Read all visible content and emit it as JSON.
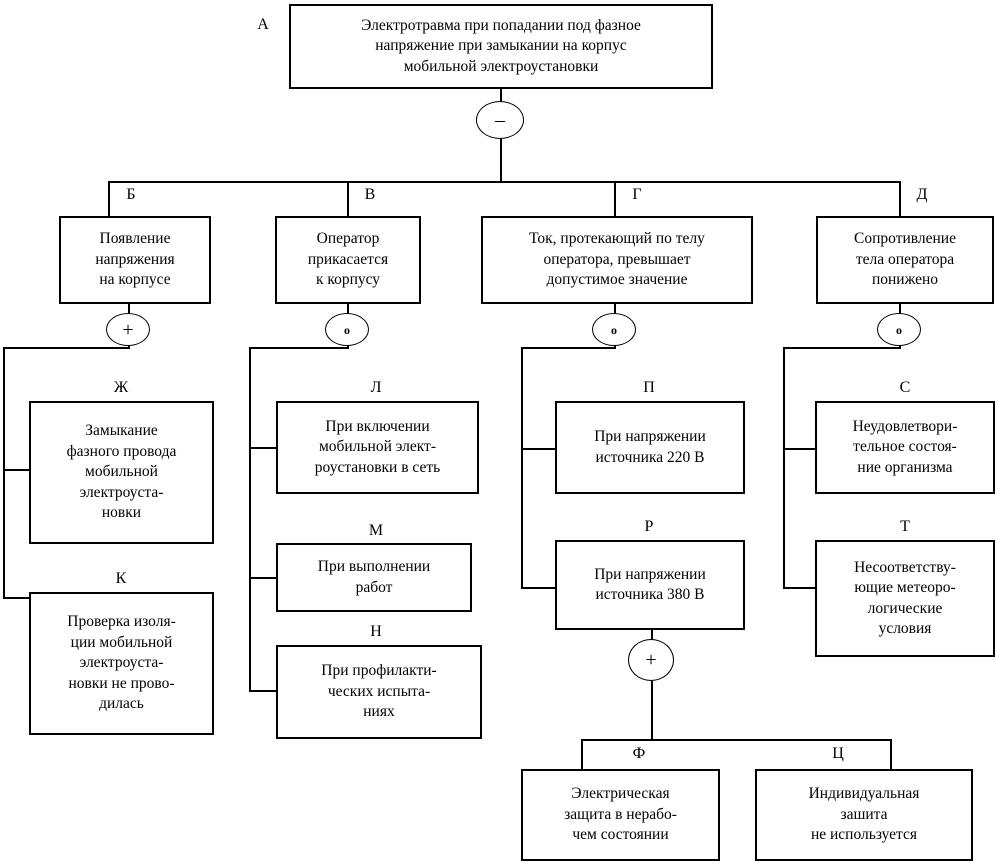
{
  "diagram": {
    "title": "Fault tree: electrical injury from phase voltage on mobile electrical installation housing",
    "language": "ru",
    "line_color": "#000000",
    "background": "#ffffff"
  },
  "gates": {
    "top": {
      "id": "gate-a",
      "symbol": "–"
    },
    "under_b": {
      "id": "gate-b",
      "symbol": "+"
    },
    "under_v": {
      "id": "gate-v",
      "symbol": "о"
    },
    "under_g": {
      "id": "gate-g",
      "symbol": "о"
    },
    "under_d": {
      "id": "gate-d",
      "symbol": "о"
    },
    "under_r": {
      "id": "gate-r",
      "symbol": "+"
    }
  },
  "nodes": {
    "A": {
      "tag": "А",
      "lines": [
        "Электротравма при попадании под фазное",
        "напряжение при замыкании на корпус",
        "мобильной электроустановки"
      ]
    },
    "B": {
      "tag": "Б",
      "lines": [
        "Появление",
        "напряжения",
        "на корпусе"
      ]
    },
    "V": {
      "tag": "В",
      "lines": [
        "Оператор",
        "прикасается",
        "к корпусу"
      ]
    },
    "G": {
      "tag": "Г",
      "lines": [
        "Ток, протекающий по телу",
        "оператора, превышает",
        "допустимое значение"
      ]
    },
    "D": {
      "tag": "Д",
      "lines": [
        "Сопротивление",
        "тела оператора",
        "понижено"
      ]
    },
    "ZH": {
      "tag": "Ж",
      "lines": [
        "Замыкание",
        "фазного провода",
        "мобильной",
        "электроуста-",
        "новки"
      ]
    },
    "K": {
      "tag": "К",
      "lines": [
        "Проверка изоля-",
        "ции мобильной",
        "электроуста-",
        "новки не прово-",
        "дилась"
      ]
    },
    "L": {
      "tag": "Л",
      "lines": [
        "При включении",
        "мобильной элект-",
        "роустановки в сеть"
      ]
    },
    "M": {
      "tag": "М",
      "lines": [
        "При выполнении",
        "работ"
      ]
    },
    "N": {
      "tag": "Н",
      "lines": [
        "При профилакти-",
        "ческих испыта-",
        "ниях"
      ]
    },
    "P": {
      "tag": "П",
      "lines": [
        "При напряжении",
        "источника 220 В"
      ]
    },
    "R": {
      "tag": "Р",
      "lines": [
        "При напряжении",
        "источника 380 В"
      ]
    },
    "S": {
      "tag": "С",
      "lines": [
        "Неудовлетвори-",
        "тельное состоя-",
        "ние организма"
      ]
    },
    "T": {
      "tag": "Т",
      "lines": [
        "Несоответству-",
        "ющие метеоро-",
        "логические",
        "условия"
      ]
    },
    "F": {
      "tag": "Ф",
      "lines": [
        "Электрическая",
        "защита в нерабо-",
        "чем состоянии"
      ]
    },
    "C": {
      "tag": "Ц",
      "lines": [
        "Индивидуальная",
        "зашита",
        "не используется"
      ]
    }
  }
}
